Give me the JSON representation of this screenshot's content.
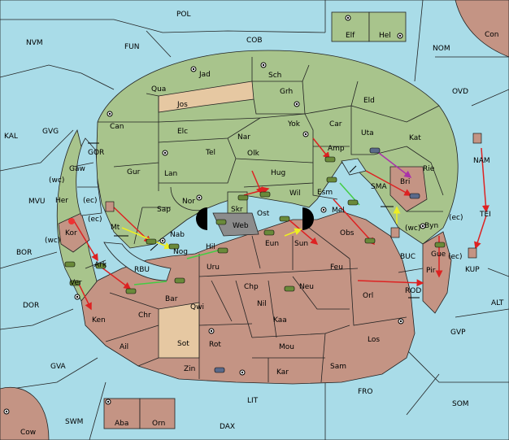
{
  "map": {
    "sea_labels": {
      "pol": "POL",
      "nvm": "NVM",
      "fun": "FUN",
      "cob": "COB",
      "nom": "NOM",
      "con": "Con",
      "ovd": "OVD",
      "kal": "KAL",
      "gvg": "GVG",
      "mvu": "MVU",
      "bor": "BOR",
      "dor": "DOR",
      "gva": "GVA",
      "swm": "SWM",
      "dax": "DAX",
      "lit": "LIT",
      "fro": "FRO",
      "som": "SOM",
      "gvp": "GVP",
      "alt": "ALT",
      "tei": "TEI",
      "nam": "NAM",
      "kup": "KUP",
      "sma": "SMA",
      "gor": "GOR",
      "rbu": "RBU",
      "rod": "ROD",
      "buc": "BUC",
      "mt": "Mt",
      "cow": "Cow"
    },
    "land_labels": {
      "elf": "Elf",
      "hel": "Hel",
      "jad": "Jad",
      "sch": "Sch",
      "qua": "Qua",
      "jos": "Jos",
      "grh": "Grh",
      "eld": "Eld",
      "can": "Can",
      "yok": "Yok",
      "car": "Car",
      "uta": "Uta",
      "kat": "Kat",
      "elc": "Elc",
      "nar": "Nar",
      "tel": "Tel",
      "olk": "Olk",
      "amp": "Amp",
      "gaw": "Gaw",
      "gur": "Gur",
      "lan": "Lan",
      "hug": "Hug",
      "rie": "Rie",
      "bri": "Bri",
      "esm": "Esm",
      "wil": "Wil",
      "her": "Her",
      "nor": "Nor",
      "skr": "Skr",
      "sap": "Sap",
      "web": "Web",
      "ost": "Ost",
      "mel": "Mel",
      "byn": "Byn",
      "kor": "Kor",
      "nab": "Nab",
      "eun": "Eun",
      "sun": "Sun",
      "obs": "Obs",
      "ark": "Ark",
      "nog": "Nog",
      "hil": "Hil",
      "gue": "Gue",
      "pir": "Pir",
      "uru": "Uru",
      "feu": "Feu",
      "ver": "Ver",
      "bar": "Bar",
      "chp": "Chp",
      "neu": "Neu",
      "orl": "Orl",
      "qwi": "Qwi",
      "nil": "Nil",
      "ken": "Ken",
      "chr": "Chr",
      "kaa": "Kaa",
      "los": "Los",
      "ail": "Ail",
      "sot": "Sot",
      "rot": "Rot",
      "mou": "Mou",
      "sam": "Sam",
      "zin": "Zin",
      "kar": "Kar",
      "aba": "Aba",
      "orn": "Orn"
    },
    "coast_labels": {
      "wc1": "(wc)",
      "ec1": "(ec)",
      "ec2": "(ec)",
      "wc2": "(wc)",
      "wc3": "(wc)",
      "ec3": "(ec)",
      "ec4": "(ec)"
    },
    "colors": {
      "sea": "#a9dce8",
      "green": "#a8c48c",
      "red": "#c49484",
      "tan": "#e6c8a2",
      "gray": "#8c8c8c"
    }
  }
}
